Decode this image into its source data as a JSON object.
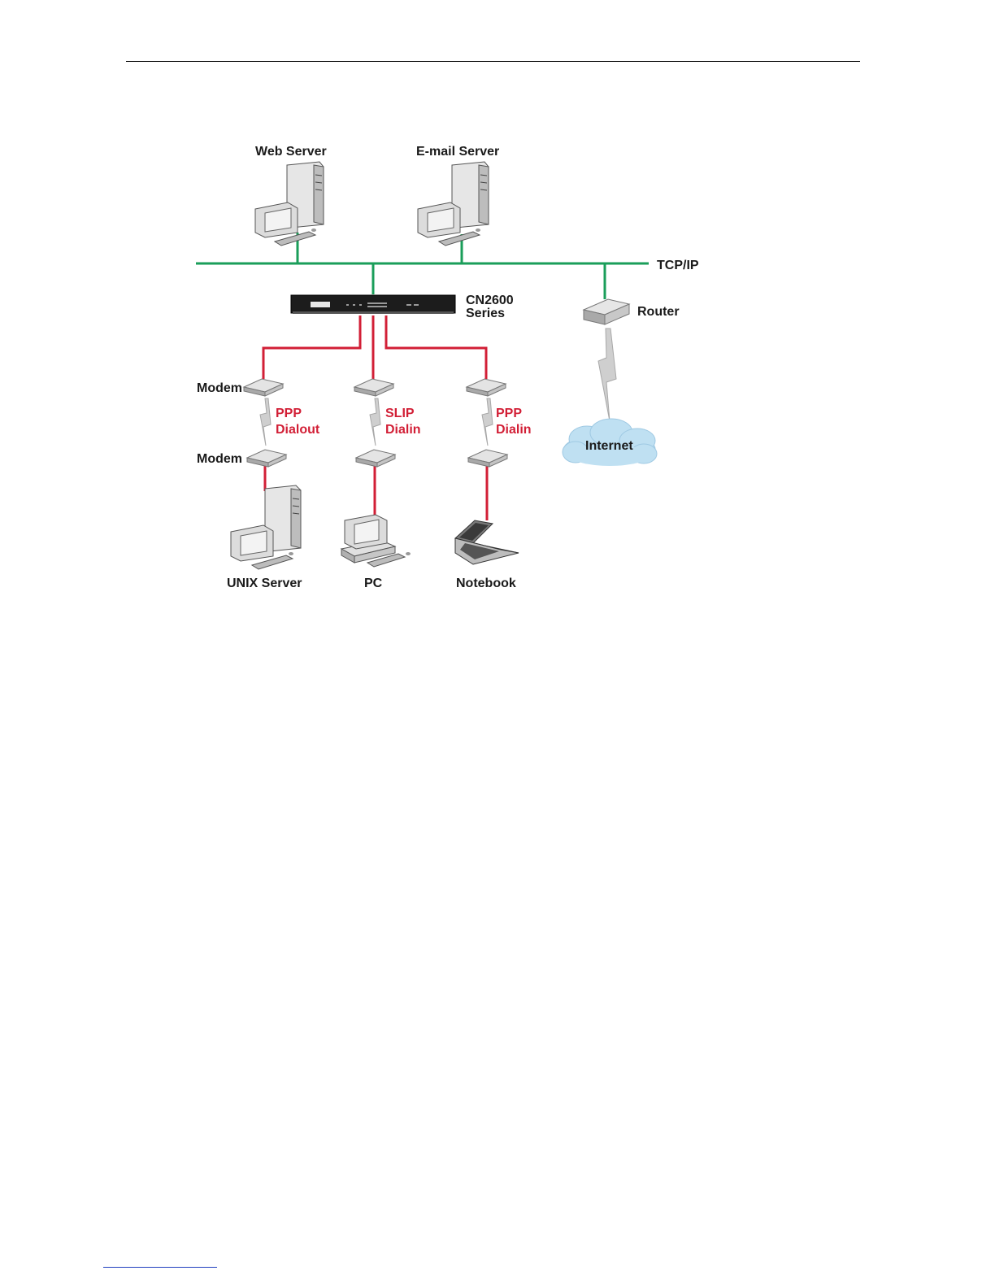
{
  "diagram": {
    "bus_label": "TCP/IP",
    "servers": {
      "web": "Web Server",
      "email": "E-mail Server"
    },
    "device": {
      "line1": "CN2600",
      "line2": "Series"
    },
    "router": "Router",
    "internet": "Internet",
    "modem_labels": [
      "Modem",
      "Modem"
    ],
    "links": [
      {
        "line1": "PPP",
        "line2": "Dialout"
      },
      {
        "line1": "SLIP",
        "line2": "Dialin"
      },
      {
        "line1": "PPP",
        "line2": "Dialin"
      }
    ],
    "clients": [
      "UNIX Server",
      "PC",
      "Notebook"
    ],
    "colors": {
      "lan": "#1a9e5a",
      "serial": "#d21f36",
      "cloud": "#bfe0f2",
      "device": "#1c1c1c",
      "equipment": "#d9d9d9"
    }
  }
}
